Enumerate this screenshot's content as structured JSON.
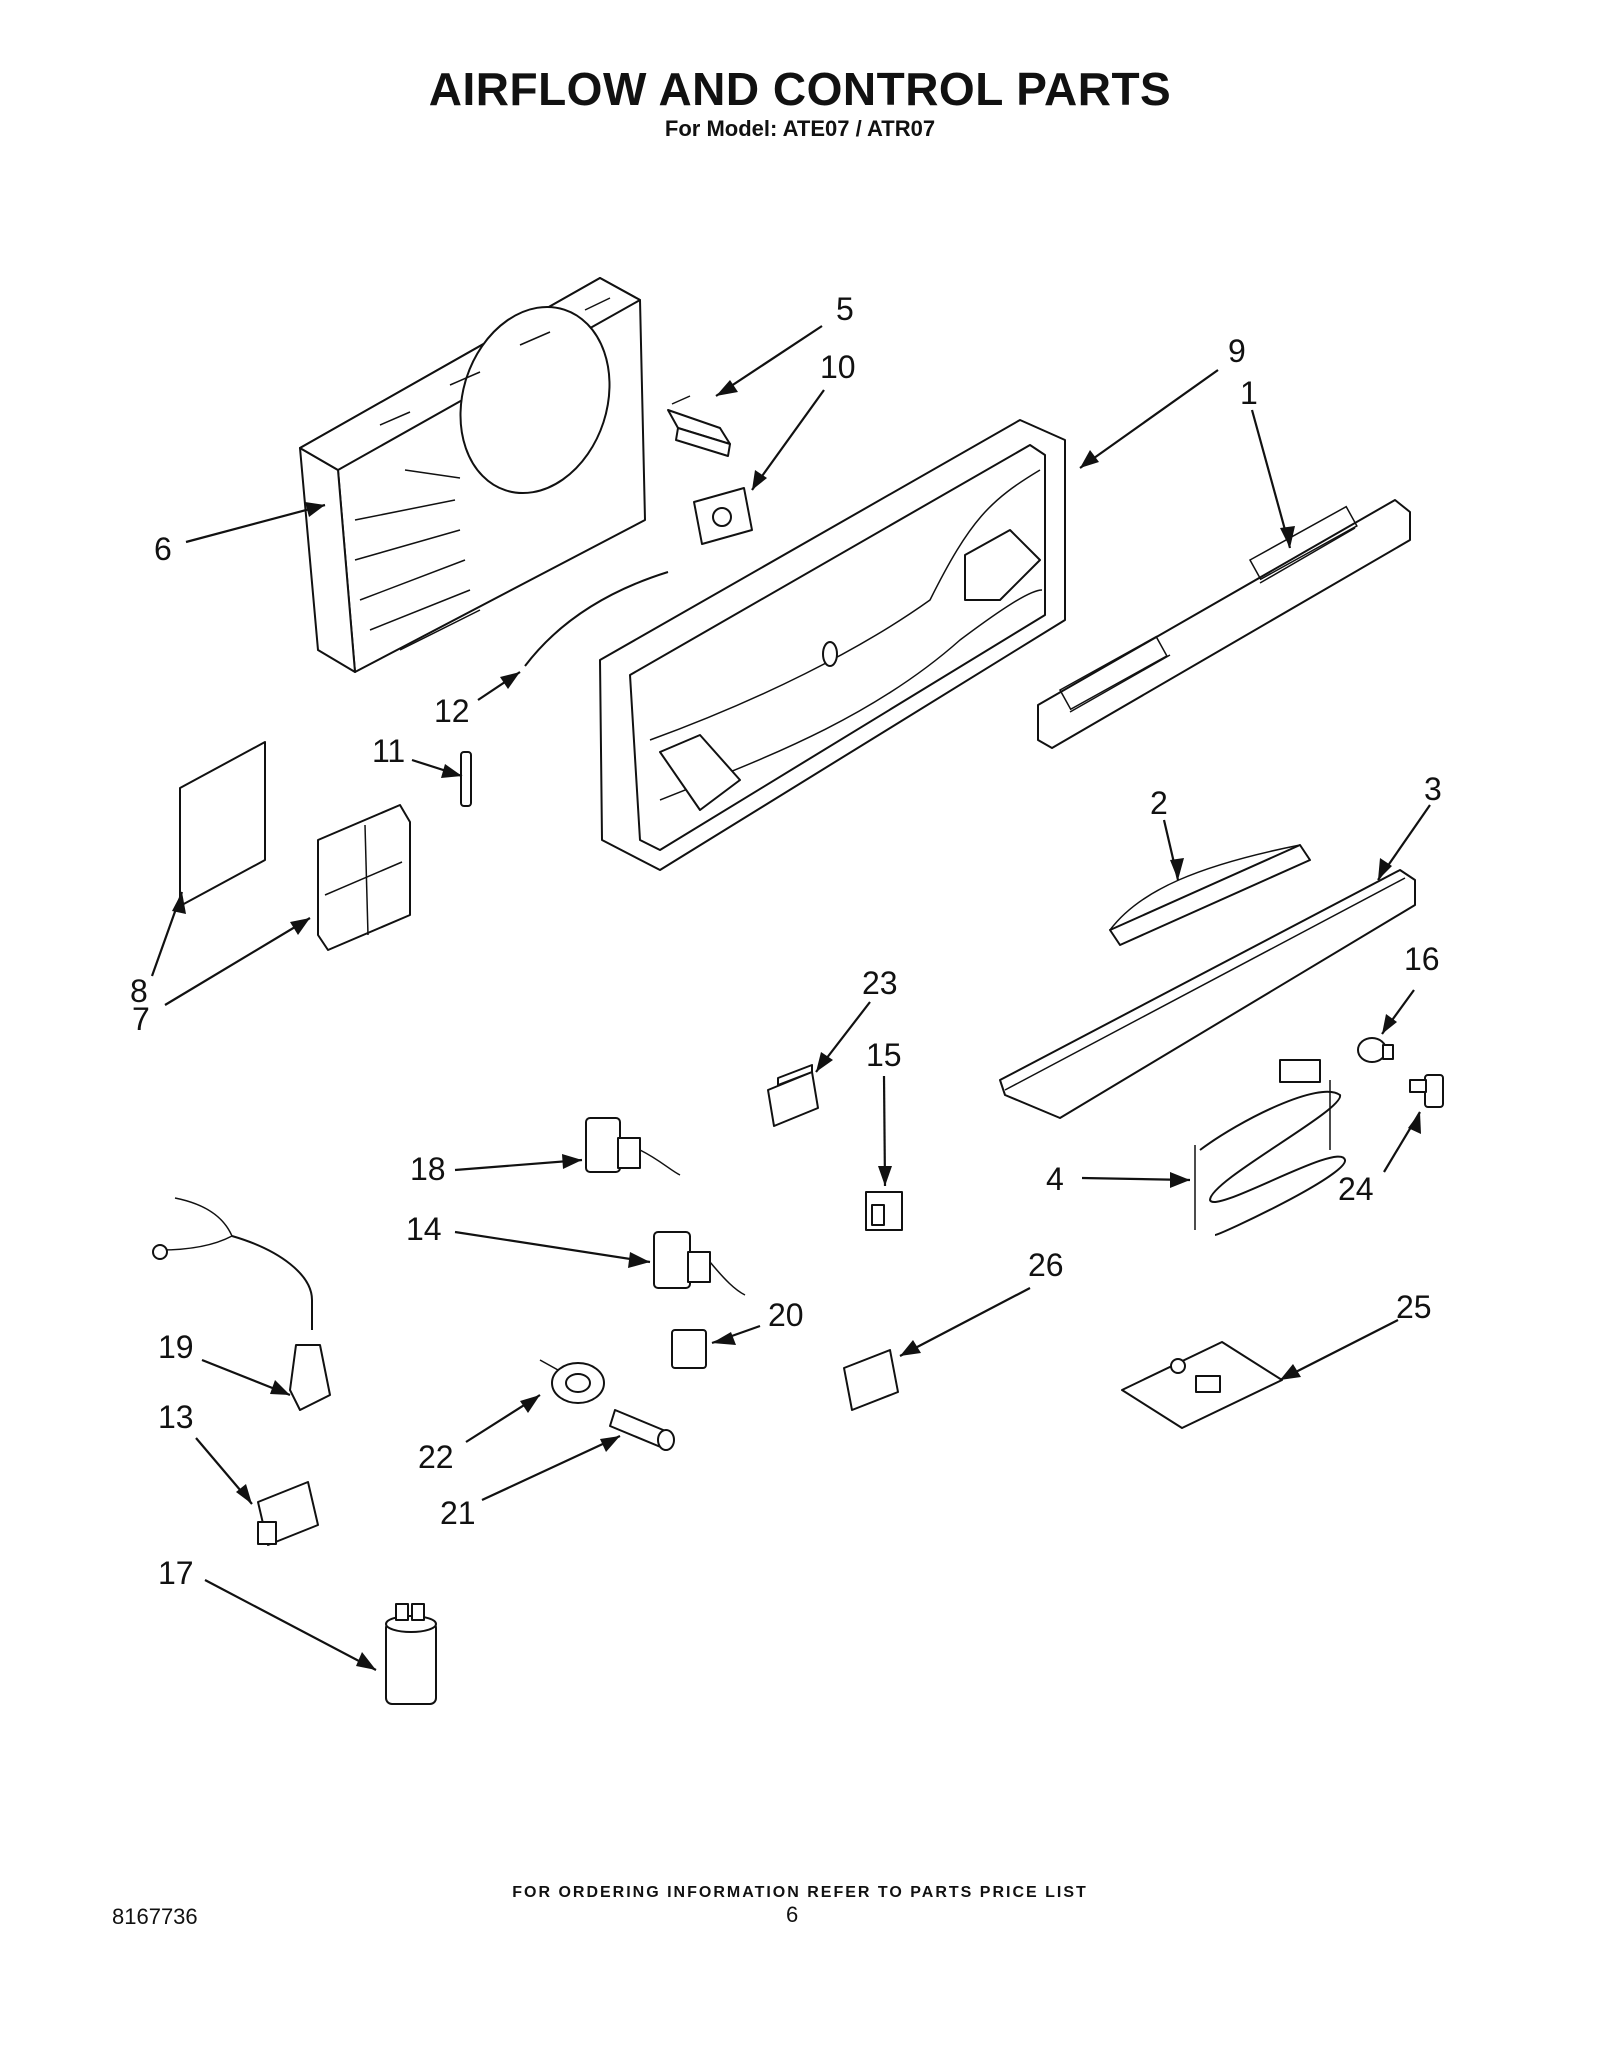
{
  "header": {
    "title": "AIRFLOW AND CONTROL PARTS",
    "subtitle": "For Model: ATE07 / ATR07"
  },
  "callouts": {
    "c1": "1",
    "c2": "2",
    "c3": "3",
    "c4": "4",
    "c5": "5",
    "c6": "6",
    "c7": "7",
    "c8": "8",
    "c9": "9",
    "c10": "10",
    "c11": "11",
    "c12": "12",
    "c13": "13",
    "c14": "14",
    "c15": "15",
    "c16": "16",
    "c17": "17",
    "c18": "18",
    "c19": "19",
    "c20": "20",
    "c21": "21",
    "c22": "22",
    "c23": "23",
    "c24": "24",
    "c25": "25",
    "c26": "26"
  },
  "footer": {
    "note": "FOR ORDERING INFORMATION REFER TO PARTS PRICE LIST",
    "doc_number": "8167736",
    "page_number": "6"
  }
}
